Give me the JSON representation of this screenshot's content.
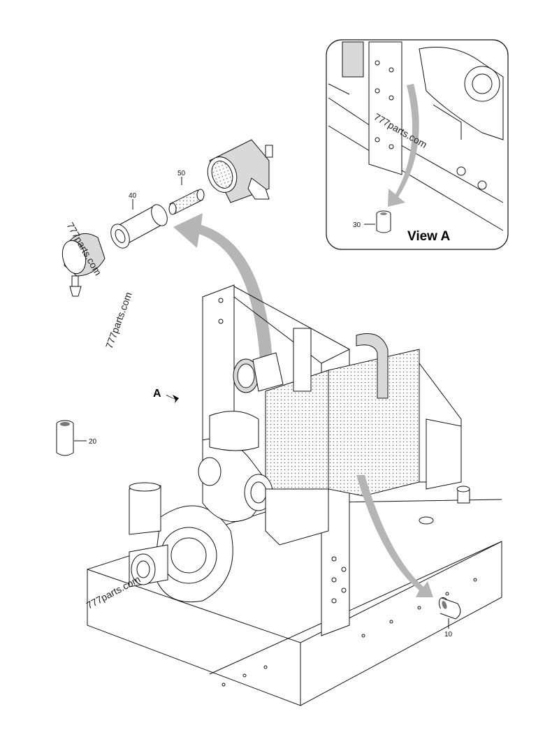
{
  "view_label": "View A",
  "direction_marker": "A",
  "watermark": "777parts.com",
  "parts": {
    "p10": "10",
    "p20": "20",
    "p30": "30",
    "p40": "40",
    "p50": "50"
  },
  "colors": {
    "line": "#111111",
    "arrow": "#b5b5b5",
    "shade": "#d9d9d9"
  }
}
